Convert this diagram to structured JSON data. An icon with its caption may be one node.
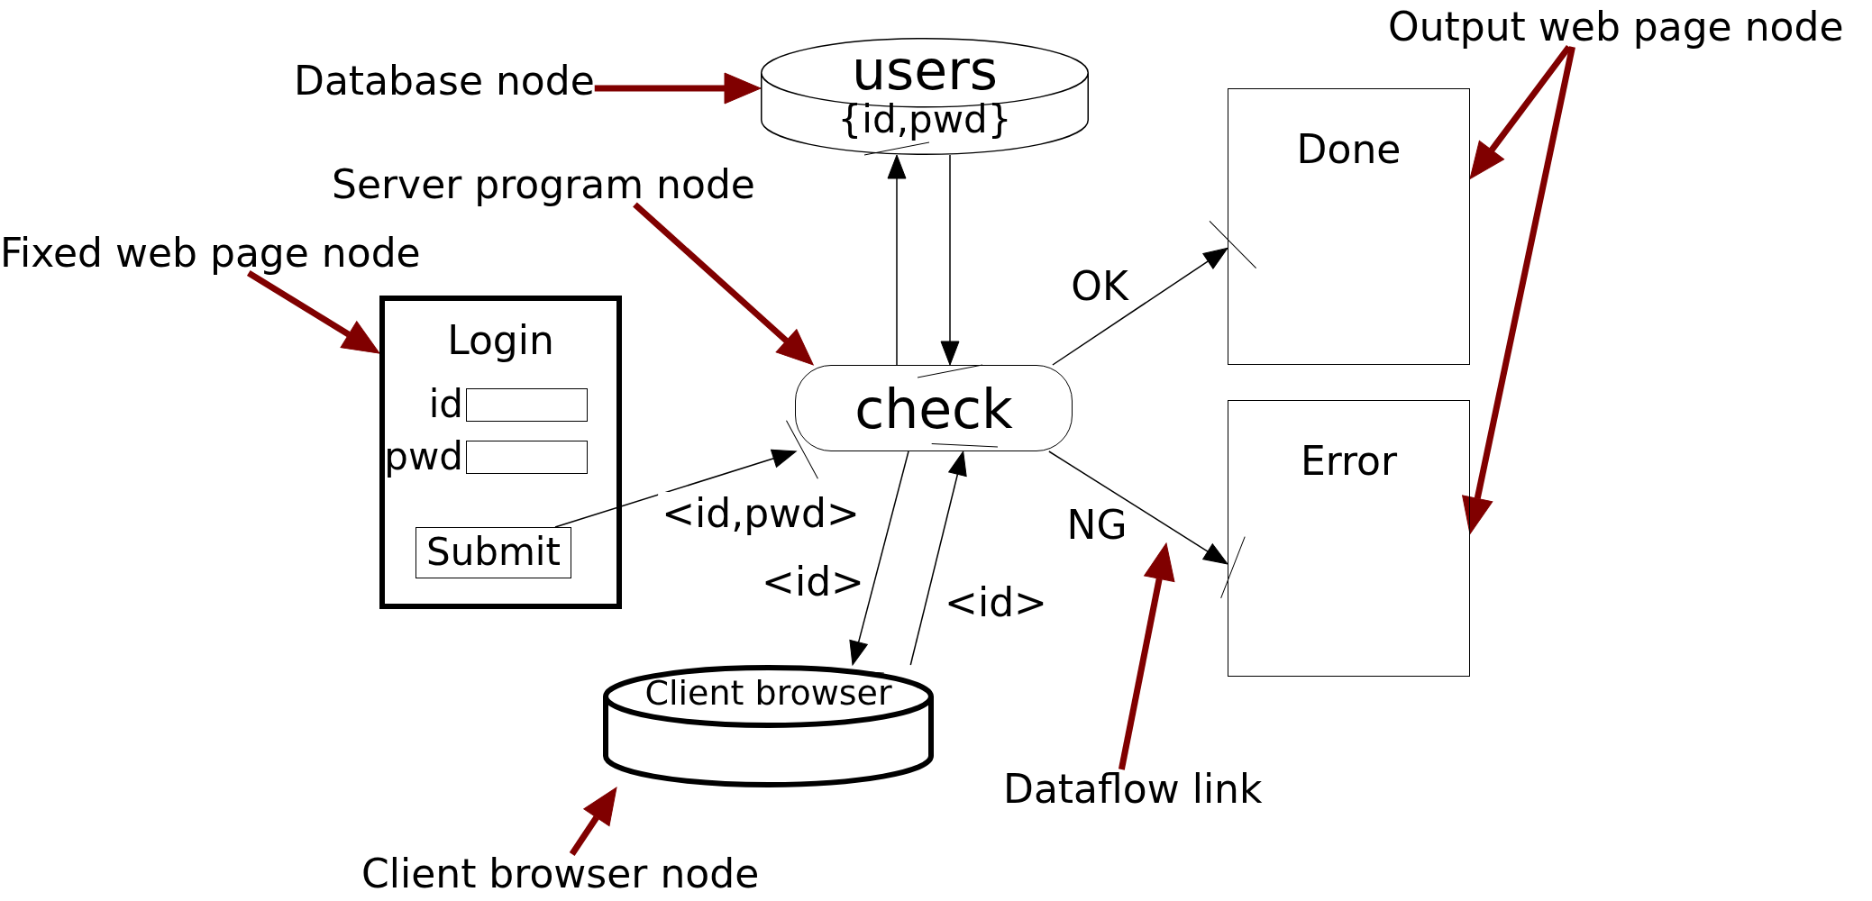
{
  "diagram": {
    "nodes": [
      {
        "text": [
          "users",
          "{id,pwd}"
        ]
      },
      {
        "text": [
          "Done"
        ]
      },
      {
        "text": [
          "Login"
        ]
      },
      {
        "text": [],
        "shape": "box",
        "in": 2,
        "beside": [
          "id"
        ]
      },
      {
        "text": [],
        "shape": "box",
        "in": 2,
        "beside": [
          "pwd"
        ]
      },
      {
        "text": [
          "Submit"
        ],
        "in": 2
      },
      {
        "text": [
          "check"
        ]
      },
      {
        "text": [
          "Error"
        ]
      },
      {
        "text": [
          "Client browser"
        ]
      },
      {
        "text": [
          "Database node"
        ]
      },
      {
        "text": [
          "Output web page node"
        ]
      },
      {
        "text": [
          "Server program node"
        ]
      },
      {
        "text": [
          "Fixed web page node"
        ]
      },
      {
        "text": [
          "Dataflow link"
        ]
      },
      {
        "text": [
          "Client browser node"
        ]
      }
    ],
    "edges": [
      {
        "from": 5,
        "to": 6,
        "arrow": "to",
        "label": "<id,pwd>"
      },
      {
        "from": 6,
        "to": 0,
        "arrow": "to"
      },
      {
        "from": 0,
        "to": 6,
        "arrow": "to"
      },
      {
        "from": 6,
        "to": 1,
        "arrow": "to",
        "label": "OK"
      },
      {
        "from": 6,
        "to": 7,
        "arrow": "to",
        "label": "NG"
      },
      {
        "from": 6,
        "to": 8,
        "arrow": "to",
        "label": "<id>"
      },
      {
        "from": 8,
        "to": 6,
        "arrow": "to",
        "label": "<id>"
      },
      {
        "from": 9,
        "to": 0,
        "arrow": "to",
        "style": "thick",
        "color": "#800000"
      },
      {
        "from": 10,
        "to": 1,
        "arrow": "to",
        "style": "thick",
        "color": "#800000"
      },
      {
        "from": 10,
        "to": 7,
        "arrow": "to",
        "style": "thick",
        "color": "#800000"
      },
      {
        "from": 11,
        "to": 6,
        "arrow": "to",
        "style": "thick",
        "color": "#800000"
      },
      {
        "from": 12,
        "to": 2,
        "arrow": "to",
        "style": "thick",
        "color": "#800000"
      },
      {
        "from": 13,
        "to": null,
        "arrow": "to",
        "style": "thick",
        "color": "#800000"
      },
      {
        "from": 14,
        "to": 8,
        "arrow": "to",
        "style": "thick",
        "color": "#800000"
      }
    ]
  }
}
